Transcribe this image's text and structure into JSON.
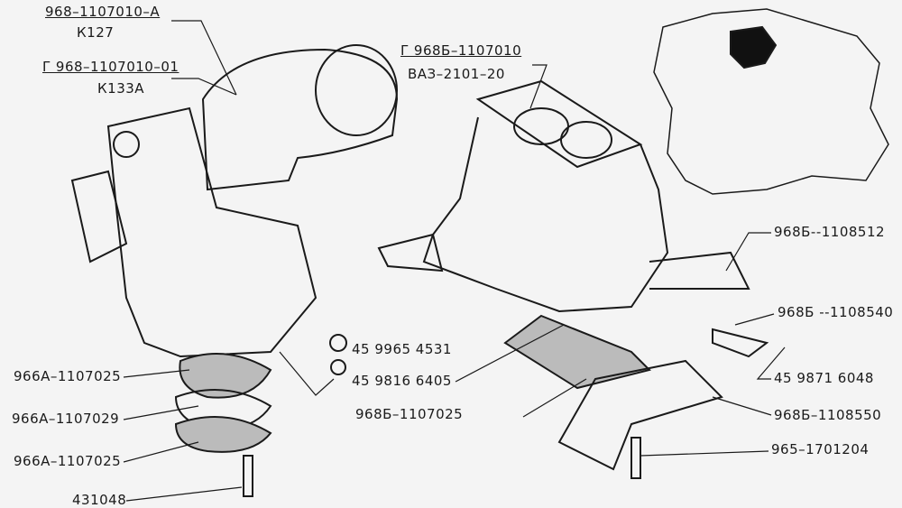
{
  "labels": {
    "top_left_1_code": "968–1107010–A",
    "top_left_1_model": "К127",
    "top_left_2_code": "Г 968–1107010–01",
    "top_left_2_model": "К133А",
    "top_center_code": "Г 968Б–1107010",
    "top_center_model": "ВАЗ–2101–20",
    "right_1": "968Б--1108512",
    "right_2": "968Б --1108540",
    "right_3": "45 9871  6048",
    "right_4": "968Б–1108550",
    "right_5": "965–1701204",
    "center_1": "45 9965  4531",
    "center_2": "45 9816  6405",
    "center_3": "968Б–1107025",
    "left_1": "966А–1107025",
    "left_2": "966А–1107029",
    "left_3": "966А–1107025",
    "left_4": "431048"
  }
}
